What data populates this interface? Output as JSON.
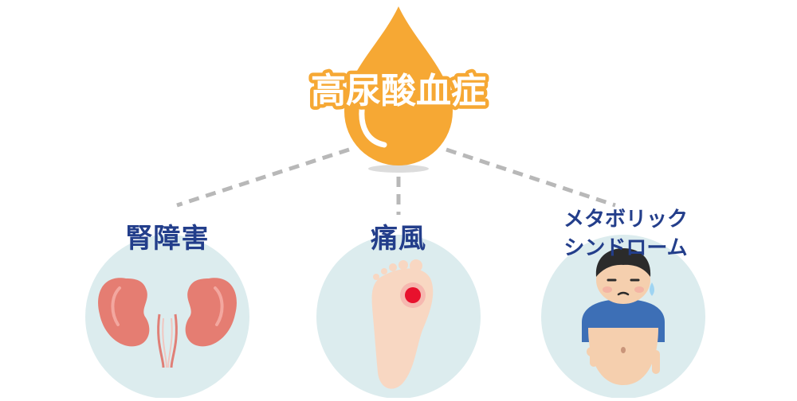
{
  "title": "高尿酸血症",
  "complications": [
    {
      "label": "腎障害",
      "icon": "kidney-icon"
    },
    {
      "label": "痛風",
      "icon": "foot-icon"
    },
    {
      "label_lines": [
        "メタボリック",
        "シンドローム"
      ],
      "icon": "obese-man-icon"
    }
  ],
  "colors": {
    "drop": "#f6a834",
    "title_text": "#ffffff",
    "label_text": "#233e8b",
    "circle": "#dcecee",
    "connector": "#b8b8b8"
  }
}
